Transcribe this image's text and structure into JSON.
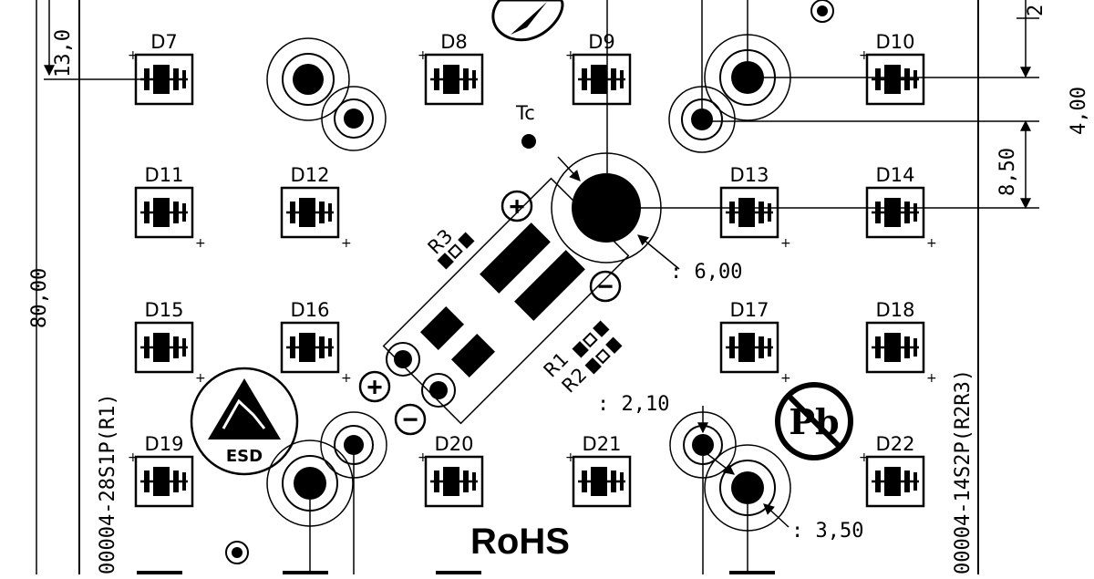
{
  "leds": [
    {
      "label": "D7",
      "row": 0,
      "col": 0,
      "plus": "tl"
    },
    {
      "label": "D8",
      "row": 0,
      "col": 2,
      "plus": "tl"
    },
    {
      "label": "D9",
      "row": 0,
      "col": 3,
      "plus": "tl"
    },
    {
      "label": "D10",
      "row": 0,
      "col": 5,
      "plus": "tl"
    },
    {
      "label": "D11",
      "row": 1,
      "col": 0,
      "plus": "br"
    },
    {
      "label": "D12",
      "row": 1,
      "col": 1,
      "plus": "br"
    },
    {
      "label": "D13",
      "row": 1,
      "col": 4,
      "plus": "br"
    },
    {
      "label": "D14",
      "row": 1,
      "col": 5,
      "plus": "br"
    },
    {
      "label": "D15",
      "row": 2,
      "col": 0,
      "plus": "br"
    },
    {
      "label": "D16",
      "row": 2,
      "col": 1,
      "plus": "br"
    },
    {
      "label": "D17",
      "row": 2,
      "col": 4,
      "plus": "br"
    },
    {
      "label": "D18",
      "row": 2,
      "col": 5,
      "plus": "br"
    },
    {
      "label": "D19",
      "row": 3,
      "col": 0,
      "plus": "tl"
    },
    {
      "label": "D20",
      "row": 3,
      "col": 2,
      "plus": "tl"
    },
    {
      "label": "D21",
      "row": 3,
      "col": 3,
      "plus": "tl"
    },
    {
      "label": "D22",
      "row": 3,
      "col": 5,
      "plus": "tl"
    }
  ],
  "texts": {
    "tc": "Tc",
    "r1": "R1",
    "r2": "R2",
    "r3": "R3",
    "rohs": "RoHS",
    "esd": "ESD",
    "pb": "Pb",
    "plus_sign": "+",
    "minus_sign": "−",
    "left_part_code": "00004-28S1P(R1)",
    "right_part_code": "00004-14S2P(R2R3)"
  },
  "dimensions": {
    "dim_13": "13,0",
    "dim_80": "80,00",
    "dim_2": "2",
    "dim_4": "4,00",
    "dim_8_50": "8,50",
    "dim_6": ": 6,00",
    "dim_2_10": ": 2,10",
    "dim_3_50": ": 3,50"
  },
  "colors": {
    "ink": "#000000",
    "paper": "#ffffff"
  }
}
